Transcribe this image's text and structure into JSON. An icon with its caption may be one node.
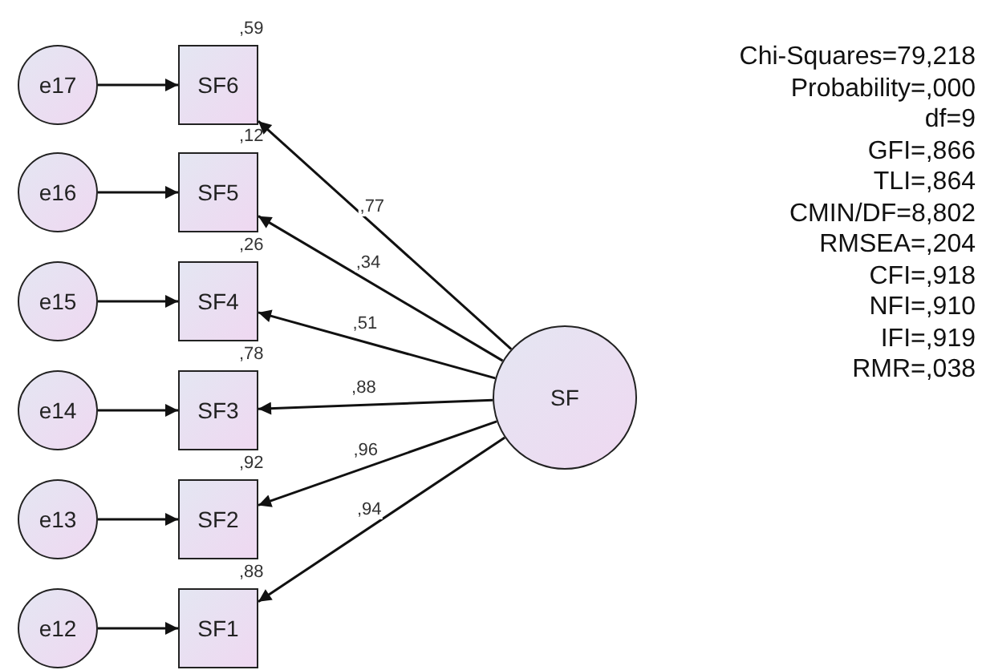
{
  "diagram": {
    "nodes": [
      {
        "text": [
          "e17"
        ]
      },
      {
        "text": [
          "SF6"
        ],
        "beside": [
          ",59"
        ]
      },
      {
        "text": [
          "e16"
        ]
      },
      {
        "text": [
          "SF5"
        ],
        "beside": [
          ",12"
        ]
      },
      {
        "text": [
          "e15"
        ]
      },
      {
        "text": [
          "SF4"
        ],
        "beside": [
          ",26"
        ]
      },
      {
        "text": [
          "e14"
        ]
      },
      {
        "text": [
          "SF3"
        ],
        "beside": [
          ",78"
        ]
      },
      {
        "text": [
          "e13"
        ]
      },
      {
        "text": [
          "SF2"
        ],
        "beside": [
          ",92"
        ]
      },
      {
        "text": [
          "e12"
        ]
      },
      {
        "text": [
          "SF1"
        ],
        "beside": [
          ",88"
        ]
      },
      {
        "text": [
          "SF"
        ]
      }
    ],
    "edges": [
      {
        "from": 0,
        "to": 1,
        "arrow": "to"
      },
      {
        "from": 2,
        "to": 3,
        "arrow": "to"
      },
      {
        "from": 4,
        "to": 5,
        "arrow": "to"
      },
      {
        "from": 6,
        "to": 7,
        "arrow": "to"
      },
      {
        "from": 8,
        "to": 9,
        "arrow": "to"
      },
      {
        "from": 10,
        "to": 11,
        "arrow": "to"
      },
      {
        "from": 12,
        "to": 1,
        "arrow": "to",
        "label": ",77"
      },
      {
        "from": 12,
        "to": 3,
        "arrow": "to",
        "label": ",34"
      },
      {
        "from": 12,
        "to": 5,
        "arrow": "to",
        "label": ",51"
      },
      {
        "from": 12,
        "to": 7,
        "arrow": "to",
        "label": ",88"
      },
      {
        "from": 12,
        "to": 9,
        "arrow": "to",
        "label": ",96"
      },
      {
        "from": 12,
        "to": 11,
        "arrow": "to",
        "label": ",94"
      }
    ],
    "labels": [
      "Chi-Squares=79,218",
      "Probability=,000",
      "df=9",
      "GFI=,866",
      "TLI=,864",
      "CMIN/DF=8,802",
      "RMSEA=,204",
      "CFI=,918",
      "NFI=,910",
      "IFI=,919",
      "RMR=,038"
    ]
  }
}
